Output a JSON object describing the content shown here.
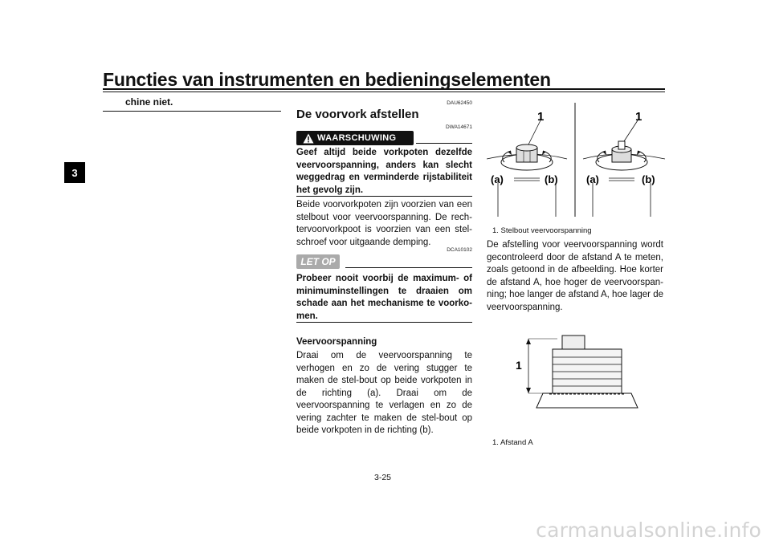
{
  "header": {
    "title": "Functies van instrumenten en bedieningselementen"
  },
  "chapter_tab": "3",
  "col1": {
    "text": "chine niet."
  },
  "col2": {
    "code_section": "DAU62450",
    "heading": "De voorvork afstellen",
    "code_warning": "DWA14671",
    "warning_label": "WAARSCHUWING",
    "warning_text": "Geef altijd beide vorkpoten dezelfde veervoorspanning, anders kan slecht weggedrag en verminderde rijstabiliteit het gevolg zijn.",
    "body_1": "Beide voorvorkpoten zijn voorzien van een stelbout voor veervoorspanning. De rech-tervoorvorkpoot is voorzien van een stel-schroef voor uitgaande demping.",
    "code_caution": "DCA10102",
    "caution_label": "LET OP",
    "caution_text": "Probeer nooit voorbij de maximum- of minimuminstellingen te draaien om schade aan het mechanisme te voorko-men.",
    "subheading": "Veervoorspanning",
    "body_2": "Draai om de veervoorspanning te verhogen en zo de vering stugger te maken de stel-bout op beide vorkpoten in de richting (a). Draai om de veervoorspanning te verlagen en zo de vering zachter te maken de stel-bout op beide vorkpoten in de richting (b)."
  },
  "col3": {
    "figure1": {
      "label_left": "1",
      "label_right": "1",
      "a_left": "(a)",
      "b_left": "(b)",
      "a_right": "(a)",
      "b_right": "(b)"
    },
    "caption1": "1.  Stelbout veervoorspanning",
    "body": "De afstelling voor veervoorspanning wordt gecontroleerd door de afstand A te meten, zoals getoond in de afbeelding. Hoe korter de afstand A, hoe hoger de veervoorspan-ning; hoe langer de afstand A, hoe lager de veervoorspanning.",
    "figure2": {
      "label": "1"
    },
    "caption2": "1.  Afstand A"
  },
  "footer": {
    "page_number": "3-25"
  },
  "watermark": "carmanualsonline.info"
}
